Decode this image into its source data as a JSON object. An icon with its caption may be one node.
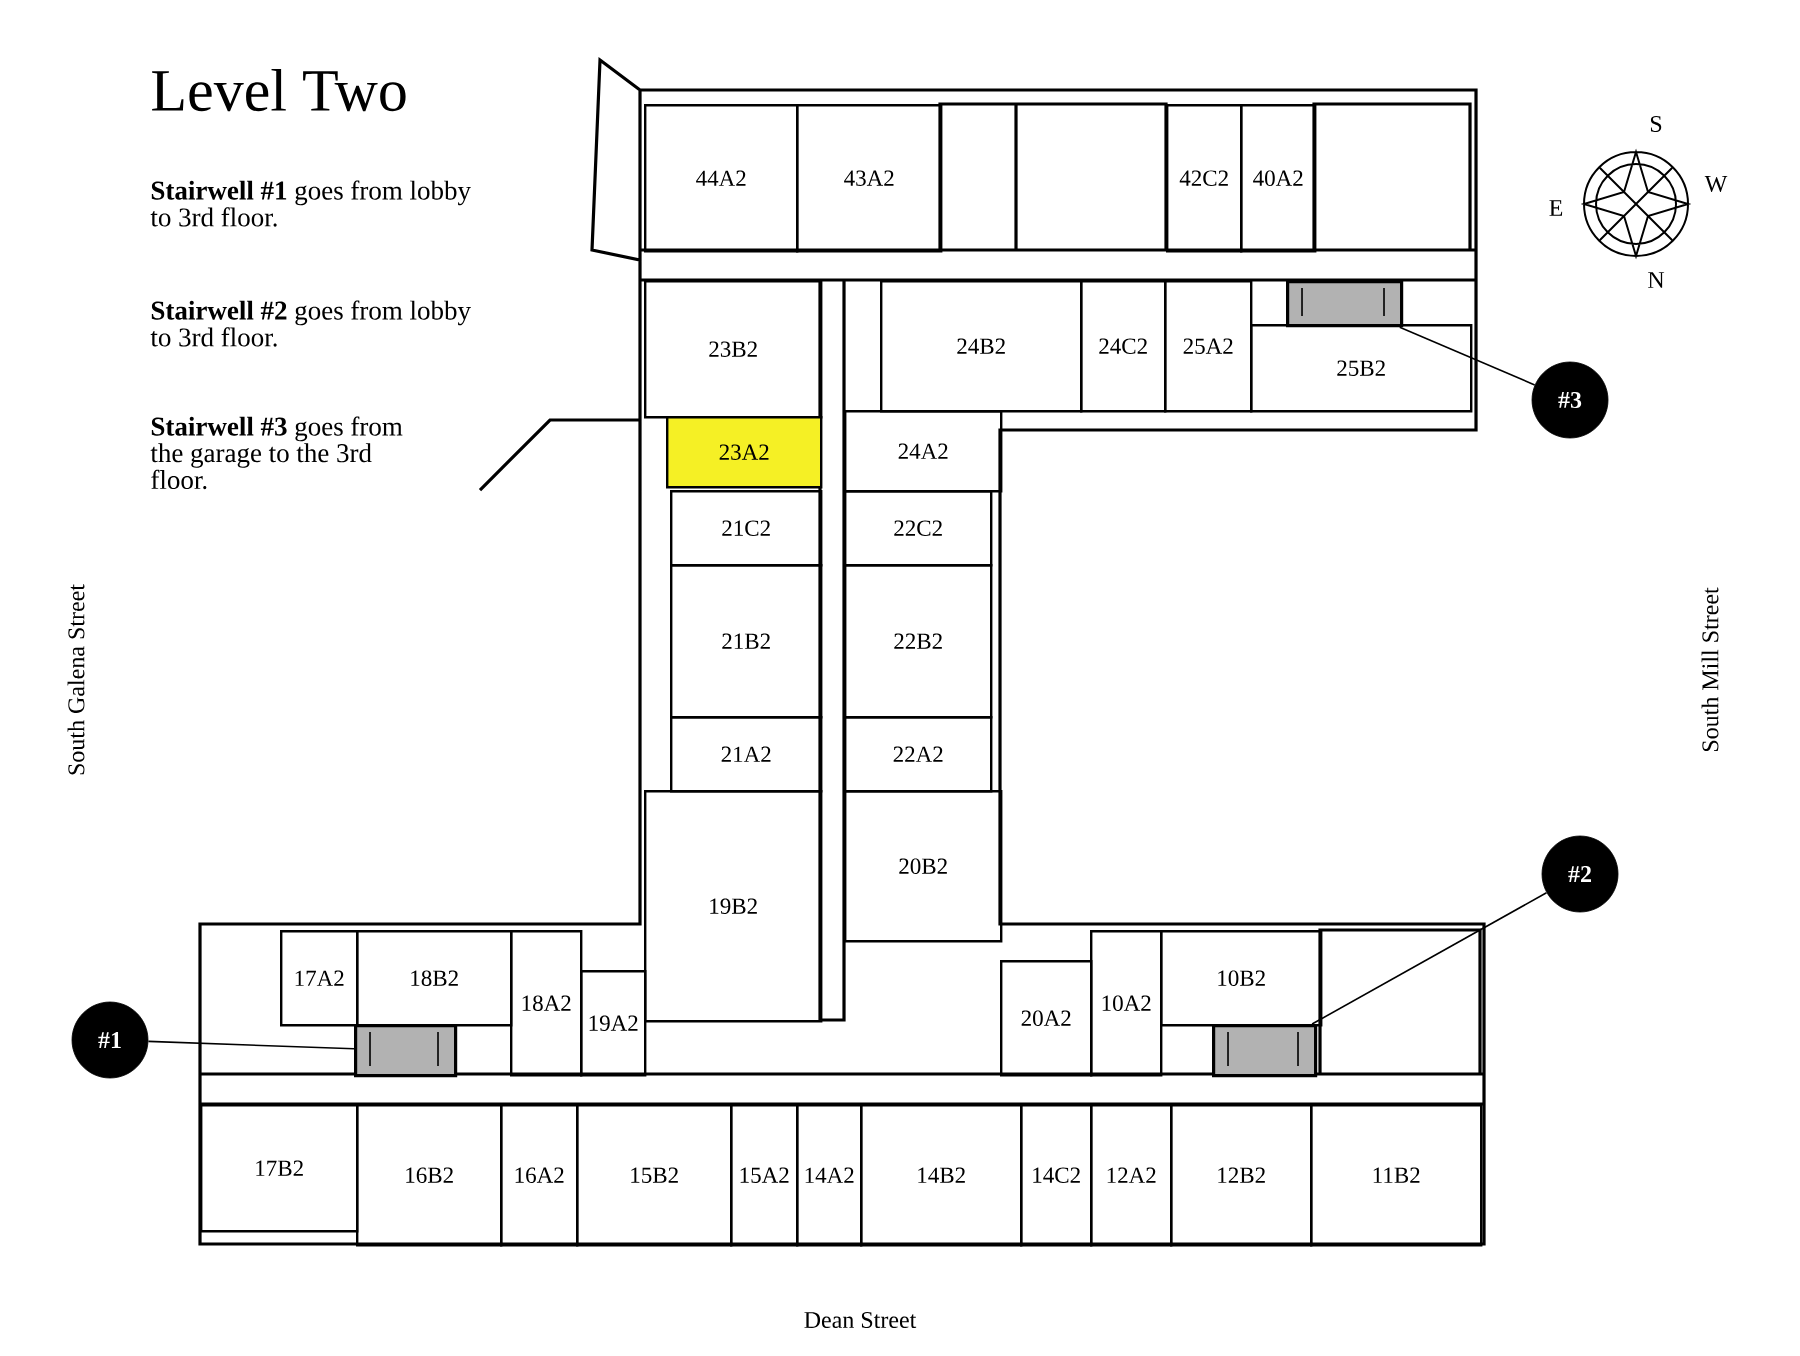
{
  "diagram": {
    "title": "Level Two",
    "nodes": [
      {
        "text": [
          "44A2"
        ]
      },
      {
        "text": [
          "43A2"
        ]
      },
      {
        "text": [
          "42C2"
        ]
      },
      {
        "text": [
          "40A2"
        ]
      },
      {
        "text": [],
        "shape": "box"
      },
      {
        "text": [
          "23B2"
        ]
      },
      {
        "text": [
          "24B2"
        ]
      },
      {
        "text": [
          "24C2"
        ]
      },
      {
        "text": [
          "25A2"
        ]
      },
      {
        "text": [
          "25B2"
        ]
      },
      {
        "text": [
          "#3"
        ]
      },
      {
        "text": [
          "23A2"
        ]
      },
      {
        "text": [
          "24A2"
        ]
      },
      {
        "text": [
          "21C2"
        ]
      },
      {
        "text": [
          "22C2"
        ]
      },
      {
        "text": [
          "21B2"
        ]
      },
      {
        "text": [
          "22B2"
        ]
      },
      {
        "text": [
          "21A2"
        ]
      },
      {
        "text": [
          "22A2"
        ]
      },
      {
        "text": [
          "20B2"
        ]
      },
      {
        "text": [
          "#2"
        ]
      },
      {
        "text": [
          "19B2"
        ]
      },
      {
        "text": [
          "17A2"
        ]
      },
      {
        "text": [
          "18B2"
        ]
      },
      {
        "text": [
          "18A2"
        ]
      },
      {
        "text": [
          "10A2"
        ]
      },
      {
        "text": [
          "10B2"
        ]
      },
      {
        "text": [
          "20A2"
        ]
      },
      {
        "text": [
          "19A2"
        ]
      },
      {
        "text": [
          "#1"
        ]
      },
      {
        "text": [],
        "shape": "box"
      },
      {
        "text": [],
        "shape": "box"
      },
      {
        "text": [
          "17B2"
        ]
      },
      {
        "text": [
          "16B2"
        ]
      },
      {
        "text": [
          "16A2"
        ]
      },
      {
        "text": [
          "15B2"
        ]
      },
      {
        "text": [
          "15A2"
        ]
      },
      {
        "text": [
          "14A2"
        ]
      },
      {
        "text": [
          "14B2"
        ]
      },
      {
        "text": [
          "14C2"
        ]
      },
      {
        "text": [
          "12A2"
        ]
      },
      {
        "text": [
          "12B2"
        ]
      },
      {
        "text": [
          "11B2"
        ]
      }
    ],
    "edges": [
      {
        "from": 10,
        "to": 4,
        "arrow": "none"
      },
      {
        "from": 20,
        "to": 31,
        "arrow": "none"
      },
      {
        "from": 29,
        "to": 30,
        "arrow": "none"
      }
    ],
    "labels": [
      "**Stairwell #1** goes from lobby to 3rd floor.",
      "S",
      "E",
      "W",
      "**Stairwell #2** goes from lobby to 3rd floor.",
      "N",
      "**Stairwell #3** goes from the garage to the 3rd floor.",
      "South Galena Street",
      "South Mill Street",
      "Dean Street"
    ]
  }
}
